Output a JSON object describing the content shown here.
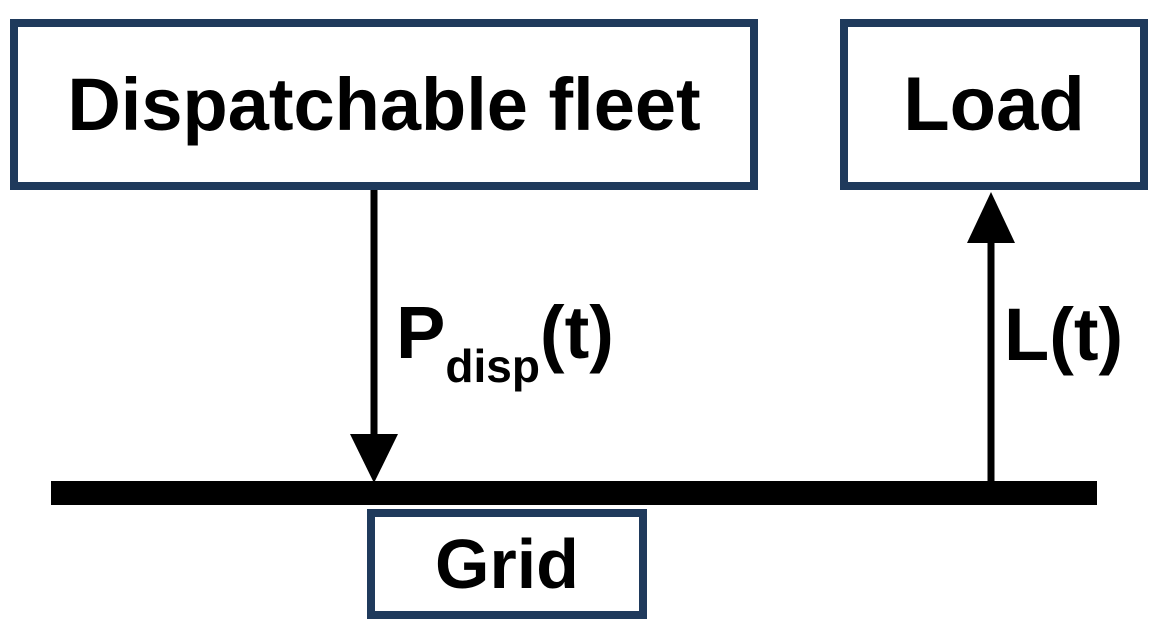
{
  "boxes": {
    "dispatchable_fleet": "Dispatchable fleet",
    "load": "Load",
    "grid": "Grid"
  },
  "flows": {
    "p_disp": {
      "symbol": "P",
      "subscript": "disp",
      "arg": "(t)"
    },
    "load": {
      "label": "L(t)"
    }
  },
  "colors": {
    "box_border": "#1f3a5c",
    "ink": "#000000",
    "background": "#ffffff"
  }
}
